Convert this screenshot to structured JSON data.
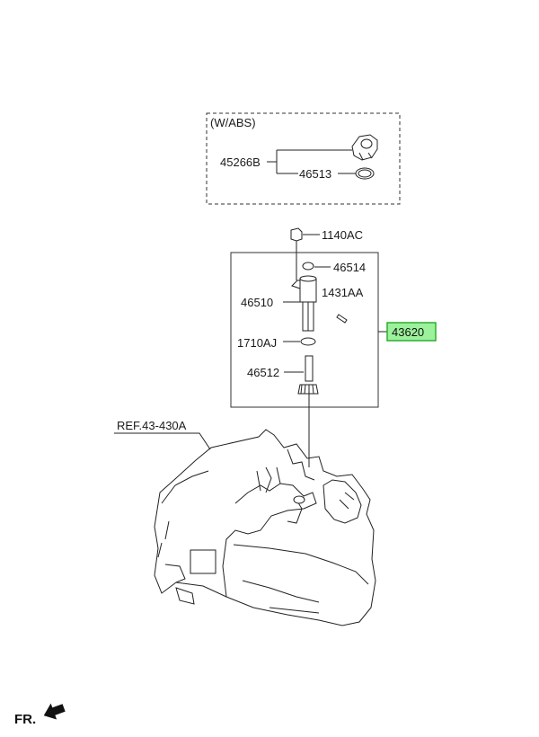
{
  "diagram": {
    "abs_box": {
      "label": "(W/ABS)"
    },
    "parts": {
      "p45266B": "45266B",
      "p46513": "46513",
      "p1140AC": "1140AC",
      "p46514": "46514",
      "p46510": "46510",
      "p1431AA": "1431AA",
      "p1710AJ": "1710AJ",
      "p46512": "46512",
      "p43620": "43620"
    },
    "reference": "REF.43-430A",
    "direction_label": "FR.",
    "colors": {
      "highlight_fill": "#9cf29c",
      "highlight_border": "#2fae2f",
      "line": "#222222"
    }
  }
}
